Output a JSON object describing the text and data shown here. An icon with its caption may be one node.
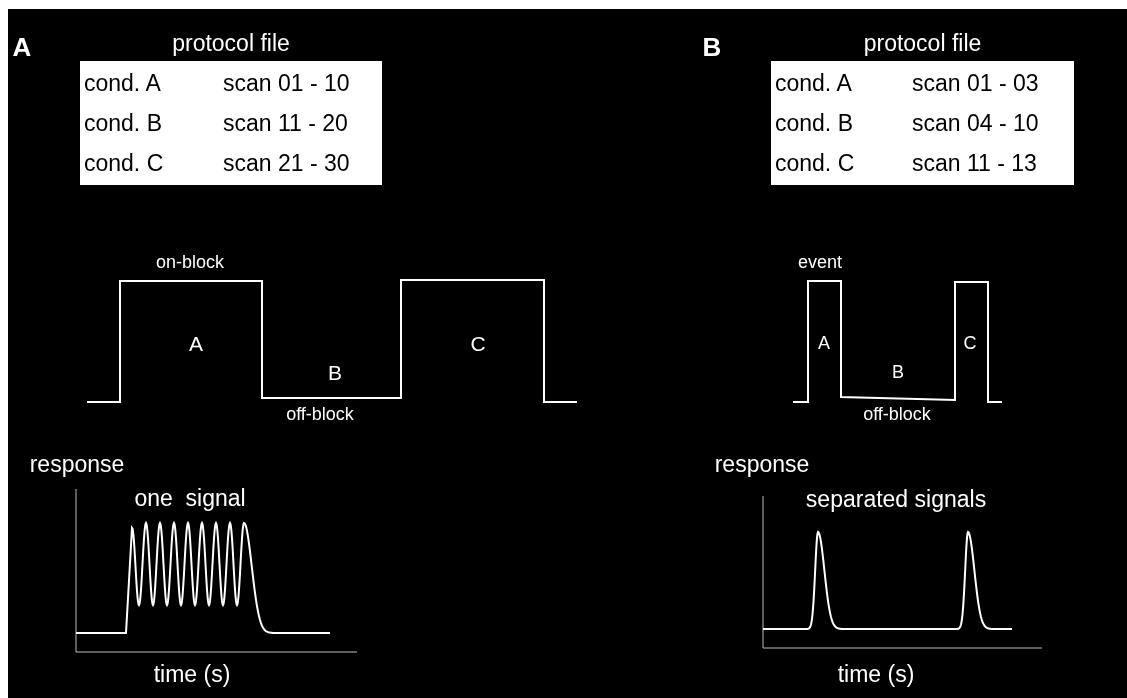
{
  "diagram": {
    "nodes": [
      {
        "text": [
          "protocol file",
          "cond. A",
          "scan 01 - 10",
          "cond. B",
          "scan 11 - 20",
          "cond. C",
          "scan 21 - 30"
        ]
      },
      {
        "text": [
          "protocol file",
          "cond. A",
          "scan 01 - 03",
          "cond. B",
          "scan 04 - 10",
          "cond. C",
          "scan 11 - 13"
        ]
      }
    ],
    "labels": [
      "A",
      "B",
      "on-block",
      "event",
      "A",
      "C",
      "A",
      "C",
      "B",
      "B",
      "off-block",
      "off-block",
      "response",
      "response",
      "one  signal",
      "separated signals",
      "time (s)",
      "time (s)"
    ]
  }
}
